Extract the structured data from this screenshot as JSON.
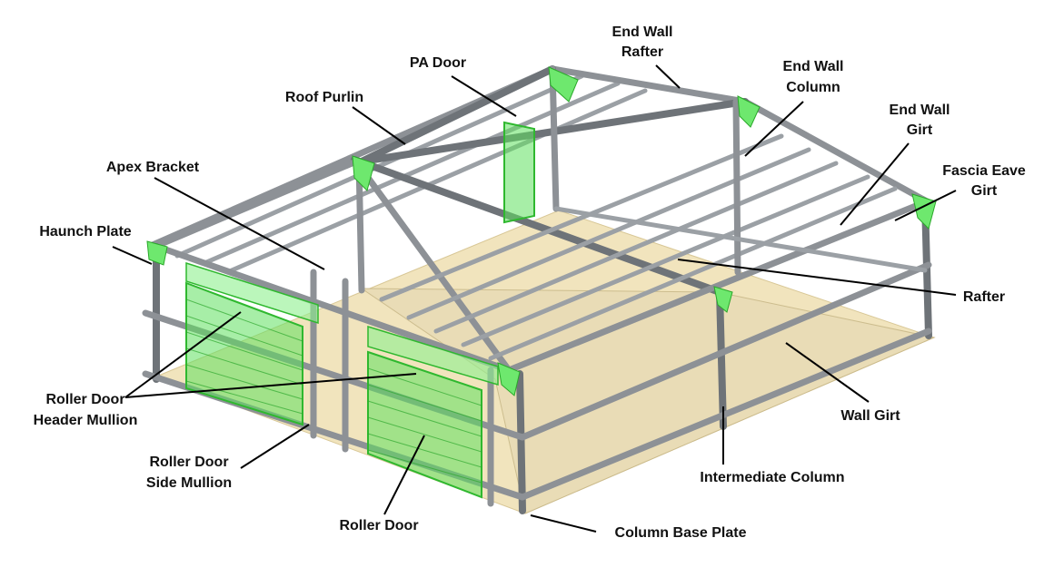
{
  "labels": {
    "end_wall_rafter": [
      "End Wall",
      "Rafter"
    ],
    "pa_door": "PA Door",
    "end_wall_column": [
      "End Wall",
      "Column"
    ],
    "roof_purlin": "Roof Purlin",
    "end_wall_girt": [
      "End Wall",
      "Girt"
    ],
    "apex_bracket": "Apex Bracket",
    "fascia_eave_girt": [
      "Fascia Eave",
      "Girt"
    ],
    "haunch_plate": "Haunch Plate",
    "rafter": "Rafter",
    "roller_door_header_mullion": [
      "Roller Door",
      "Header Mullion"
    ],
    "wall_girt": "Wall Girt",
    "roller_door_side_mullion": [
      "Roller Door",
      "Side Mullion"
    ],
    "intermediate_column": "Intermediate Column",
    "roller_door": "Roller Door",
    "column_base_plate": "Column Base Plate"
  },
  "colors": {
    "steel": "#8d9196",
    "door_green": "#5fe05f",
    "floor": "#f1e4bd"
  }
}
